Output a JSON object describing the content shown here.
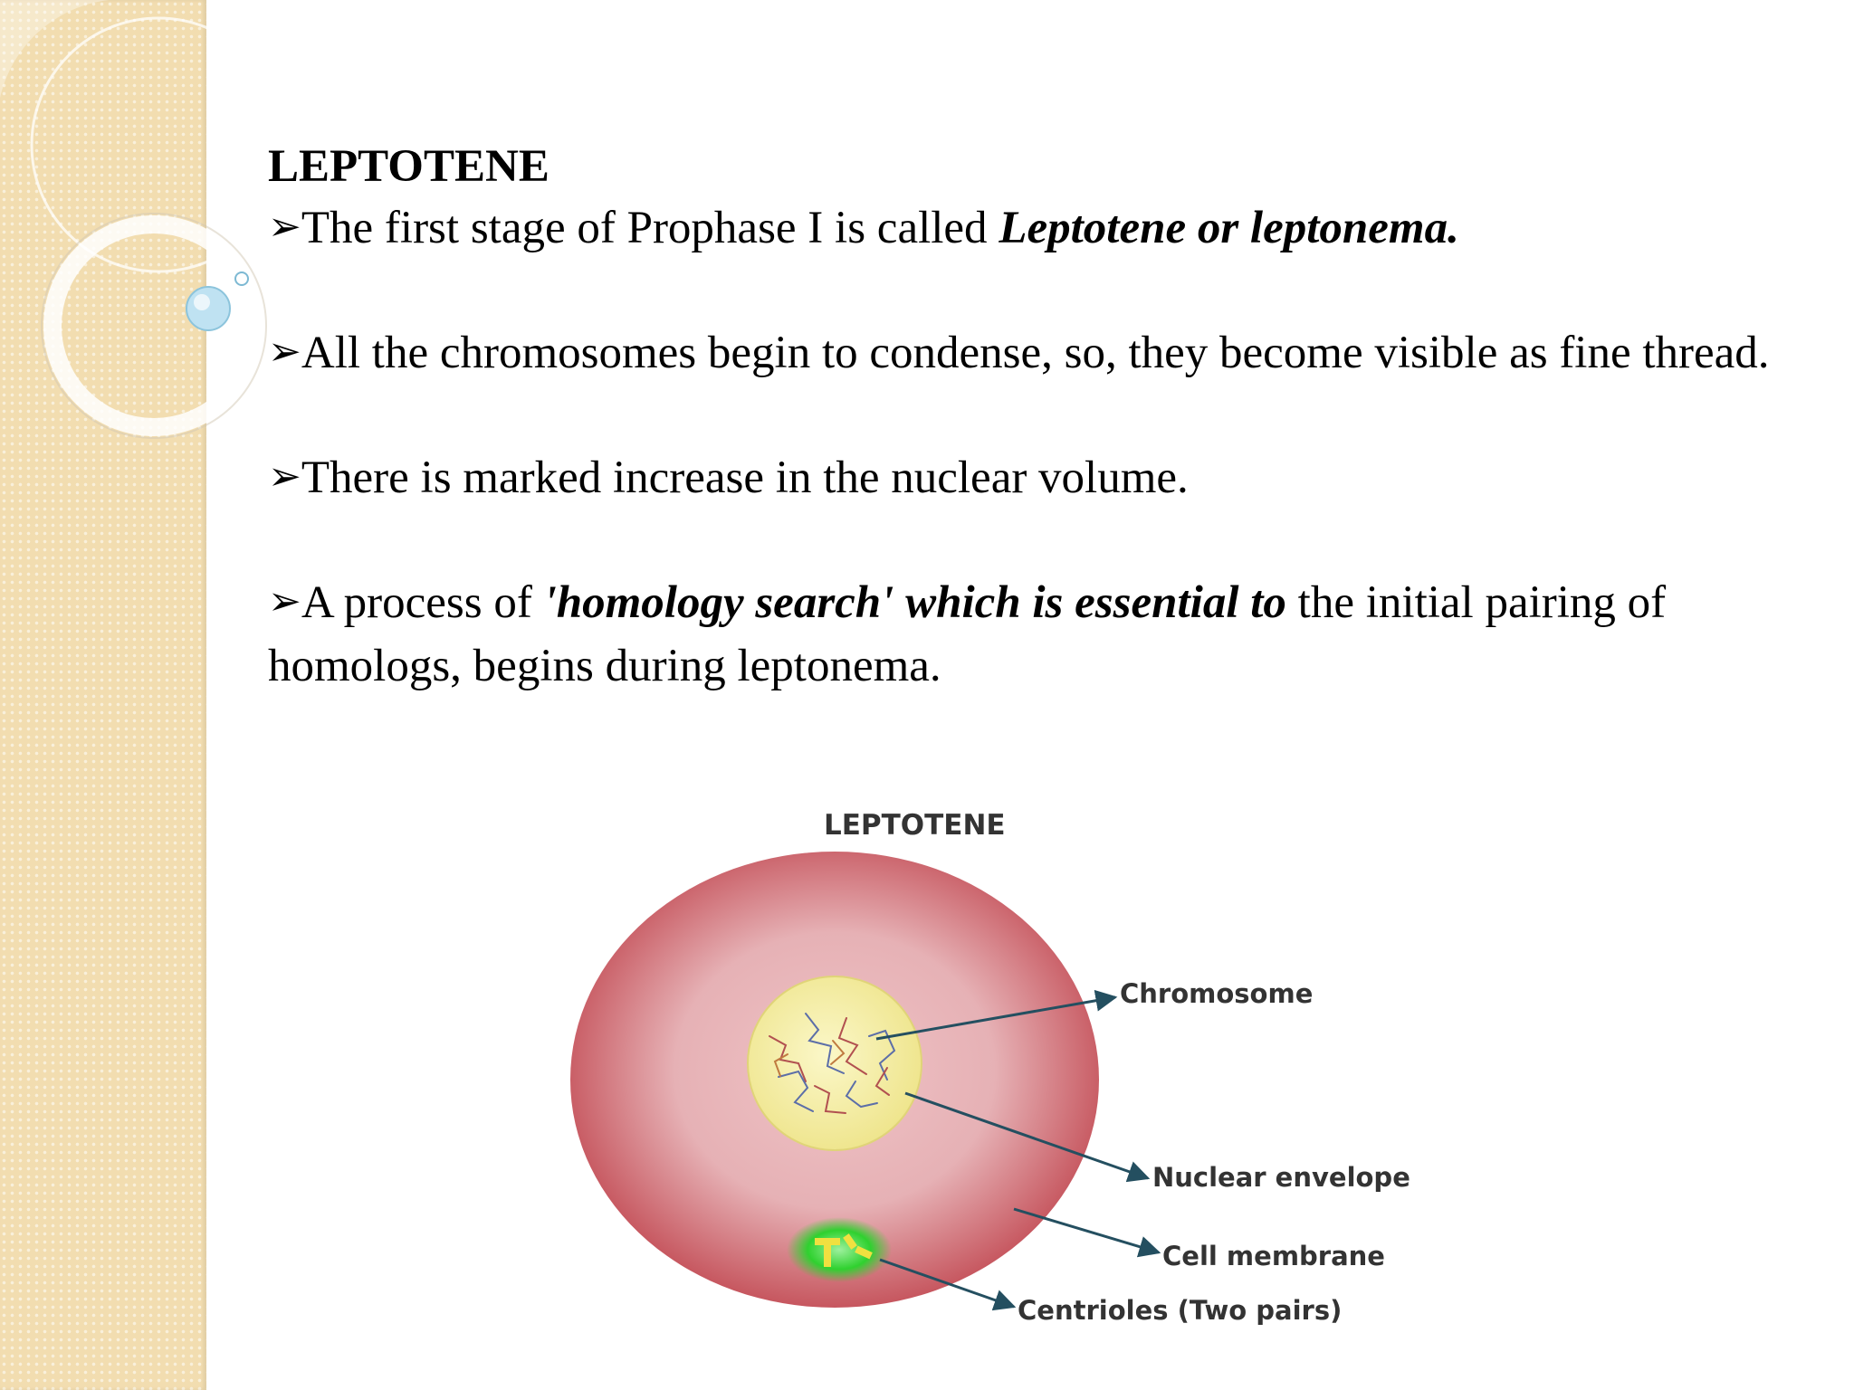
{
  "slide": {
    "title": "LEPTOTENE",
    "bullets": [
      {
        "text_before": "The first stage of Prophase I is called ",
        "emphasis": "Leptotene or leptonema.",
        "text_after": ""
      },
      {
        "text_before": "All the chromosomes begin to condense, so, they become visible as fine thread.",
        "emphasis": "",
        "text_after": ""
      },
      {
        "text_before": "There is marked increase in the nuclear volume.",
        "emphasis": "",
        "text_after": ""
      },
      {
        "text_before": "A process of ",
        "emphasis": "'homology search' which is essential to",
        "text_after": " the initial pairing of homologs, begins during leptonema."
      }
    ],
    "bullet_marker": "➢"
  },
  "diagram": {
    "title": "LEPTOTENE",
    "labels": {
      "chromosome": "Chromosome",
      "nuclear_envelope": "Nuclear envelope",
      "cell_membrane": "Cell membrane",
      "centrioles": "Centrioles (Two pairs)"
    }
  },
  "colors": {
    "side_band": "#f2ddb0",
    "cell_outer": "#c9545c",
    "cell_inner": "#e6b1b5",
    "nucleus": "#f5ef9e",
    "centriole_glow": "#2fd12f",
    "arrow": "#244f60"
  }
}
